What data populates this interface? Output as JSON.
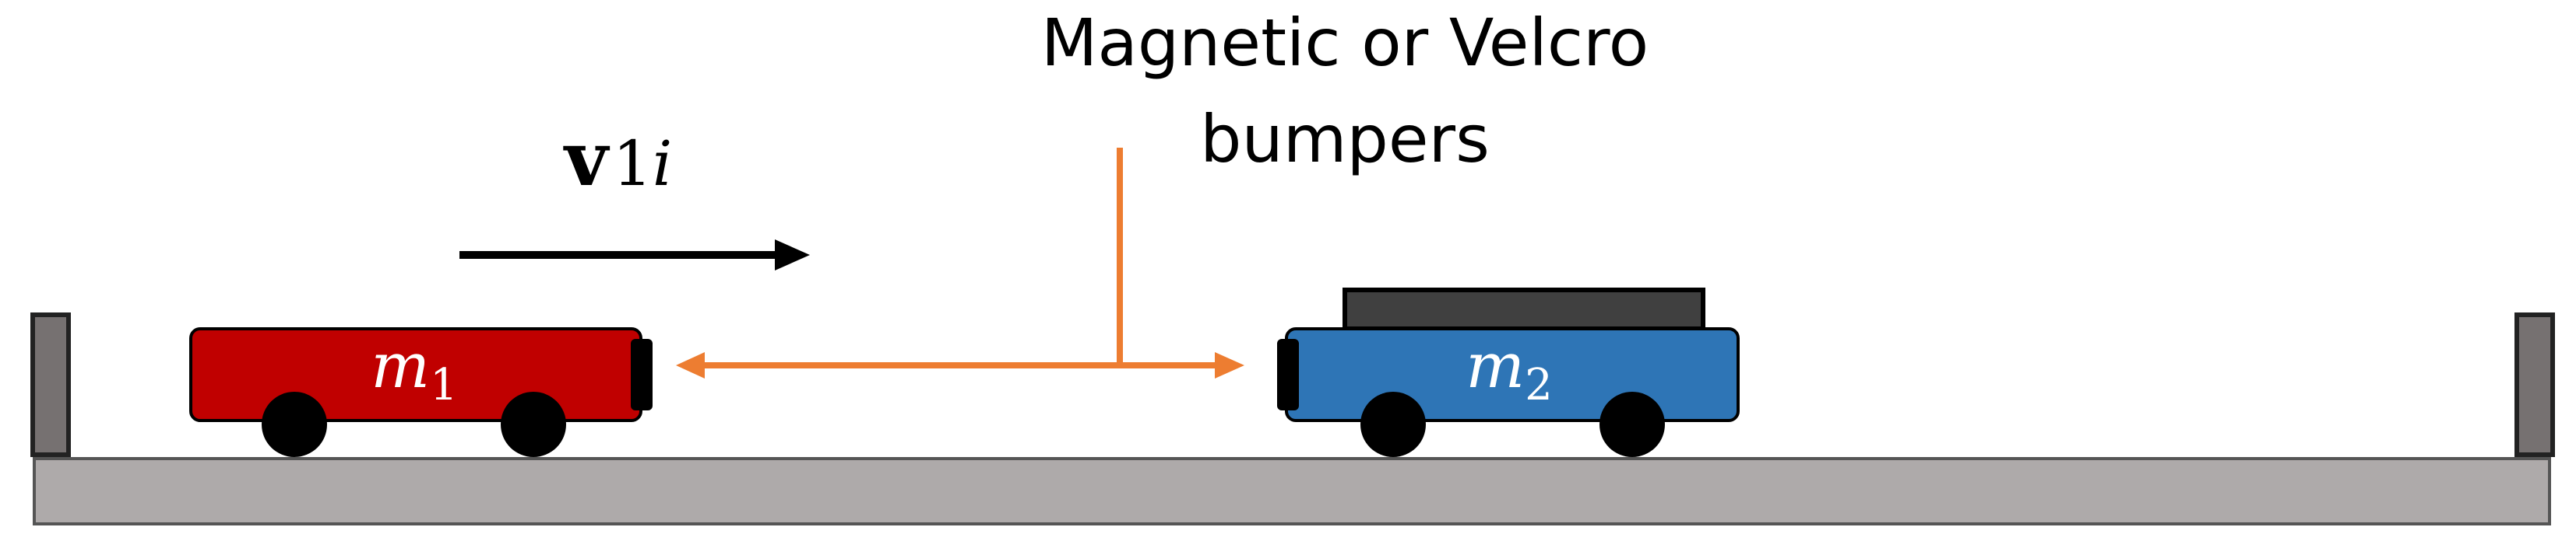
{
  "annotation": {
    "line1": "Magnetic or Velcro",
    "line2": "bumpers"
  },
  "velocity": {
    "symbol": "v",
    "subscript": "1",
    "subscript_italic": "i"
  },
  "cart1": {
    "label_var": "m",
    "label_sub": "1"
  },
  "cart2": {
    "label_var": "m",
    "label_sub": "2"
  },
  "colors": {
    "cart1_body": "#c00000",
    "cart2_body": "#2e75b6",
    "cart2_top_plate": "#404040",
    "bumper": "#000000",
    "wheel": "#000000",
    "track": "#aeaaaa",
    "end_stop": "#767171",
    "annotation_arrow": "#ed7d31",
    "velocity_arrow": "#000000",
    "cart_label": "#ffffff"
  }
}
